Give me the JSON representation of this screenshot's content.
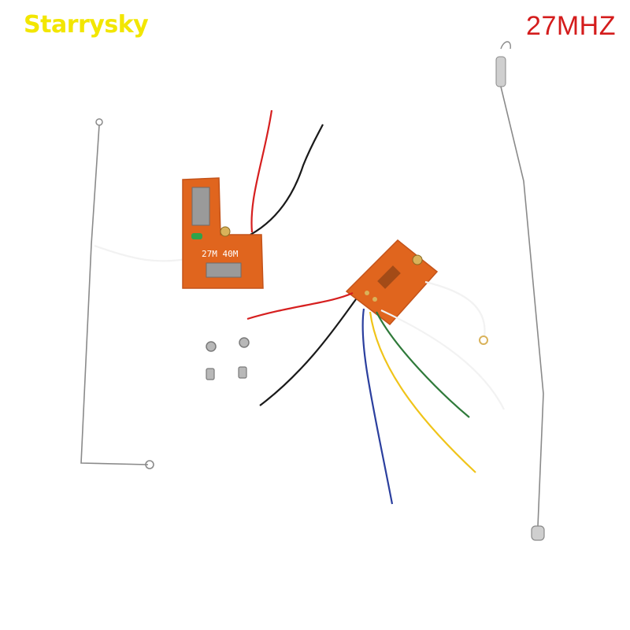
{
  "brand": {
    "text": "Starrysky",
    "color": "#f2e600"
  },
  "frequency": {
    "text": "27MHZ",
    "color": "#d41c1c"
  },
  "boards": {
    "small": {
      "silkscreen": "27M 40M"
    }
  },
  "colors": {
    "pcb": "#e0651e",
    "pcb_edge": "#c4531a",
    "antenna_wire": "#8a8a8a",
    "wire_red": "#d61f1f",
    "wire_black": "#1a1a1a",
    "wire_white": "#f2f2f2",
    "wire_blue": "#2b3f9e",
    "wire_green": "#2f7a3a",
    "wire_yellow": "#f0c419",
    "screw": "#b8b8b8"
  }
}
